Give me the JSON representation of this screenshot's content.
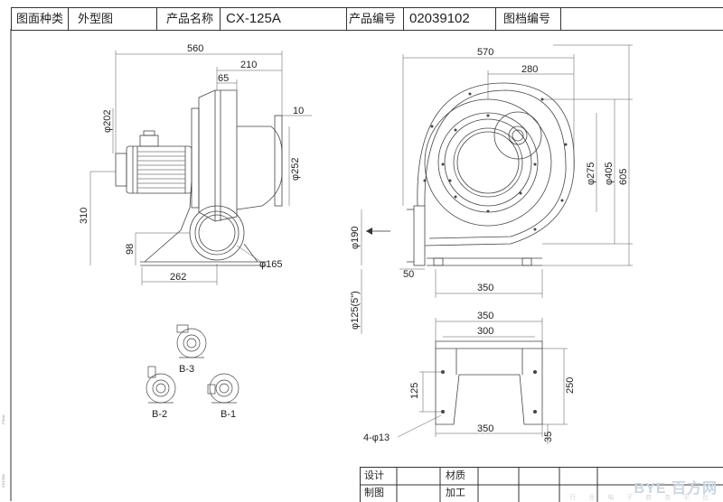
{
  "header": {
    "drawing_type_label": "图面种类",
    "drawing_type_value": "外型图",
    "product_name_label": "产品名称",
    "product_name_value": "CX-125A",
    "product_code_label": "产品编号",
    "product_code_value": "02039102",
    "file_code_label": "图档编号",
    "file_code_value": ""
  },
  "side_view": {
    "dim_width": "560",
    "dim_outlet_offset": "210",
    "dim_flange": "65",
    "dim_outlet_thk": "10",
    "dim_motor_dia": "φ202",
    "dim_outlet_dia": "φ252",
    "dim_height": "310",
    "dim_base_h": "98",
    "dim_base_w": "262",
    "dim_inlet_dia": "φ165"
  },
  "front_view": {
    "dim_width": "570",
    "dim_center": "280",
    "dim_inner_dia": "φ275",
    "dim_outer_dia": "φ405",
    "dim_height": "605",
    "dim_outlet": "φ190",
    "dim_flange": "50",
    "dim_base_w": "350"
  },
  "orientation": {
    "b3": "B-3",
    "b2": "B-2",
    "b1": "B-1",
    "outlet_note": "φ125(5\")"
  },
  "base_view": {
    "dim_top": "350",
    "dim_inner": "300",
    "dim_bottom": "350",
    "dim_height": "250",
    "dim_hole_h": "125",
    "dim_foot": "35",
    "holes": "4-φ13"
  },
  "footer": {
    "design": "设计",
    "material": "材质",
    "drawing": "制图",
    "process": "加工"
  },
  "watermark": {
    "brand": "BYE 百方网",
    "slogan": "行 业 电 子 商 务 平 台"
  },
  "margin_marks": {
    "a": "FINAL",
    "b": "CX125A"
  }
}
